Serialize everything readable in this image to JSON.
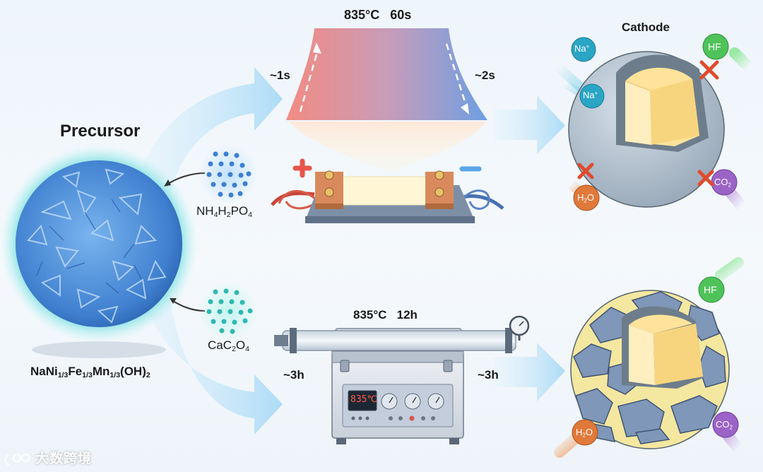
{
  "precursor": {
    "title": "Precursor",
    "formula": {
      "a": "NaNi",
      "s1": "1/3",
      "b": "Fe",
      "s2": "1/3",
      "c": "Mn",
      "s3": "1/3",
      "d": "(OH)",
      "s4": "2"
    }
  },
  "reagents": {
    "top": {
      "a": "NH",
      "s1": "4",
      "b": "H",
      "s2": "2",
      "c": "PO",
      "s3": "4"
    },
    "bottom": {
      "a": "CaC",
      "s1": "2",
      "b": "O",
      "s2": "4"
    }
  },
  "fast_process": {
    "temp_time": "835°C   60s",
    "ramp_up": "~1s",
    "ramp_down": "~2s",
    "plus_symbol": "+",
    "minus_symbol": "−"
  },
  "furnace_process": {
    "temp_time": "835°C   12h",
    "ramp_up": "~3h",
    "ramp_down": "~3h",
    "display_reading": "835℃"
  },
  "cathode": {
    "title": "Cathode",
    "species": {
      "na": {
        "base": "Na",
        "sup": "+"
      },
      "hf": "HF",
      "h2o": {
        "a": "H",
        "s": "2",
        "b": "O"
      },
      "co2": {
        "a": "CO",
        "s": "2"
      }
    }
  },
  "watermark": "大数跨境",
  "colors": {
    "hot": "#f08080",
    "cold": "#6a9ee0",
    "arrow": "#bfe3f8",
    "na": "#2aa5c4",
    "hf": "#4fc35a",
    "h2o": "#e0793a",
    "co2": "#9b63c6"
  }
}
